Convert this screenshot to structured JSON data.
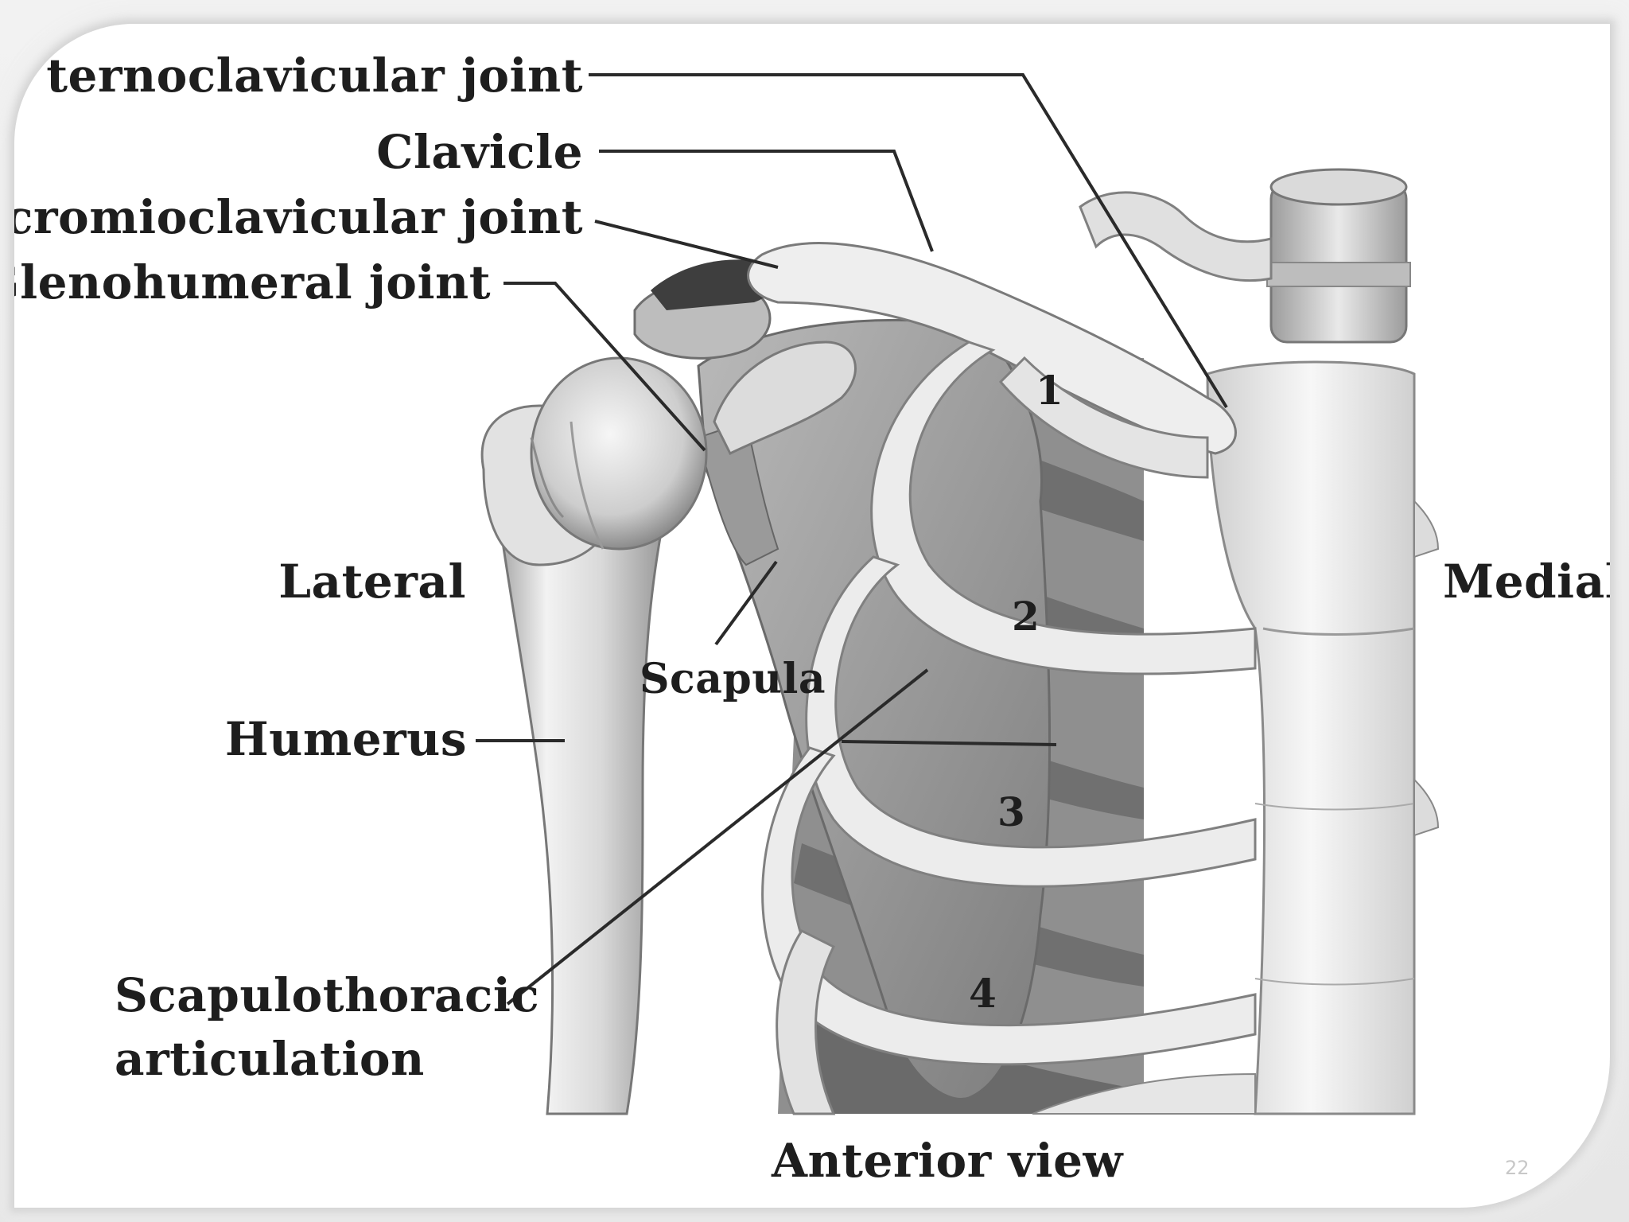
{
  "labels": {
    "sternoclavicular_joint": "ternoclavicular joint",
    "clavicle": "Clavicle",
    "acromioclavicular_joint": "Acromioclavicular joint",
    "glenohumeral_joint": "Glenohumeral joint",
    "lateral": "Lateral",
    "medial": "Medial",
    "scapula": "Scapula",
    "humerus": "Humerus",
    "scapulothoracic_line1": "Scapulothoracic",
    "scapulothoracic_line2": "articulation",
    "caption": "Anterior view"
  },
  "rib_numbers": [
    "1",
    "2",
    "3",
    "4"
  ],
  "slide_number": "22",
  "colors": {
    "bone_light": "#f4f4f4",
    "bone_mid": "#cfcfcf",
    "bone_dark": "#8a8a8a",
    "scapula": "#a8a8a8",
    "shadow": "#6e6e6e",
    "leader_line": "#2a2a2a",
    "text": "#1e1e1e"
  }
}
